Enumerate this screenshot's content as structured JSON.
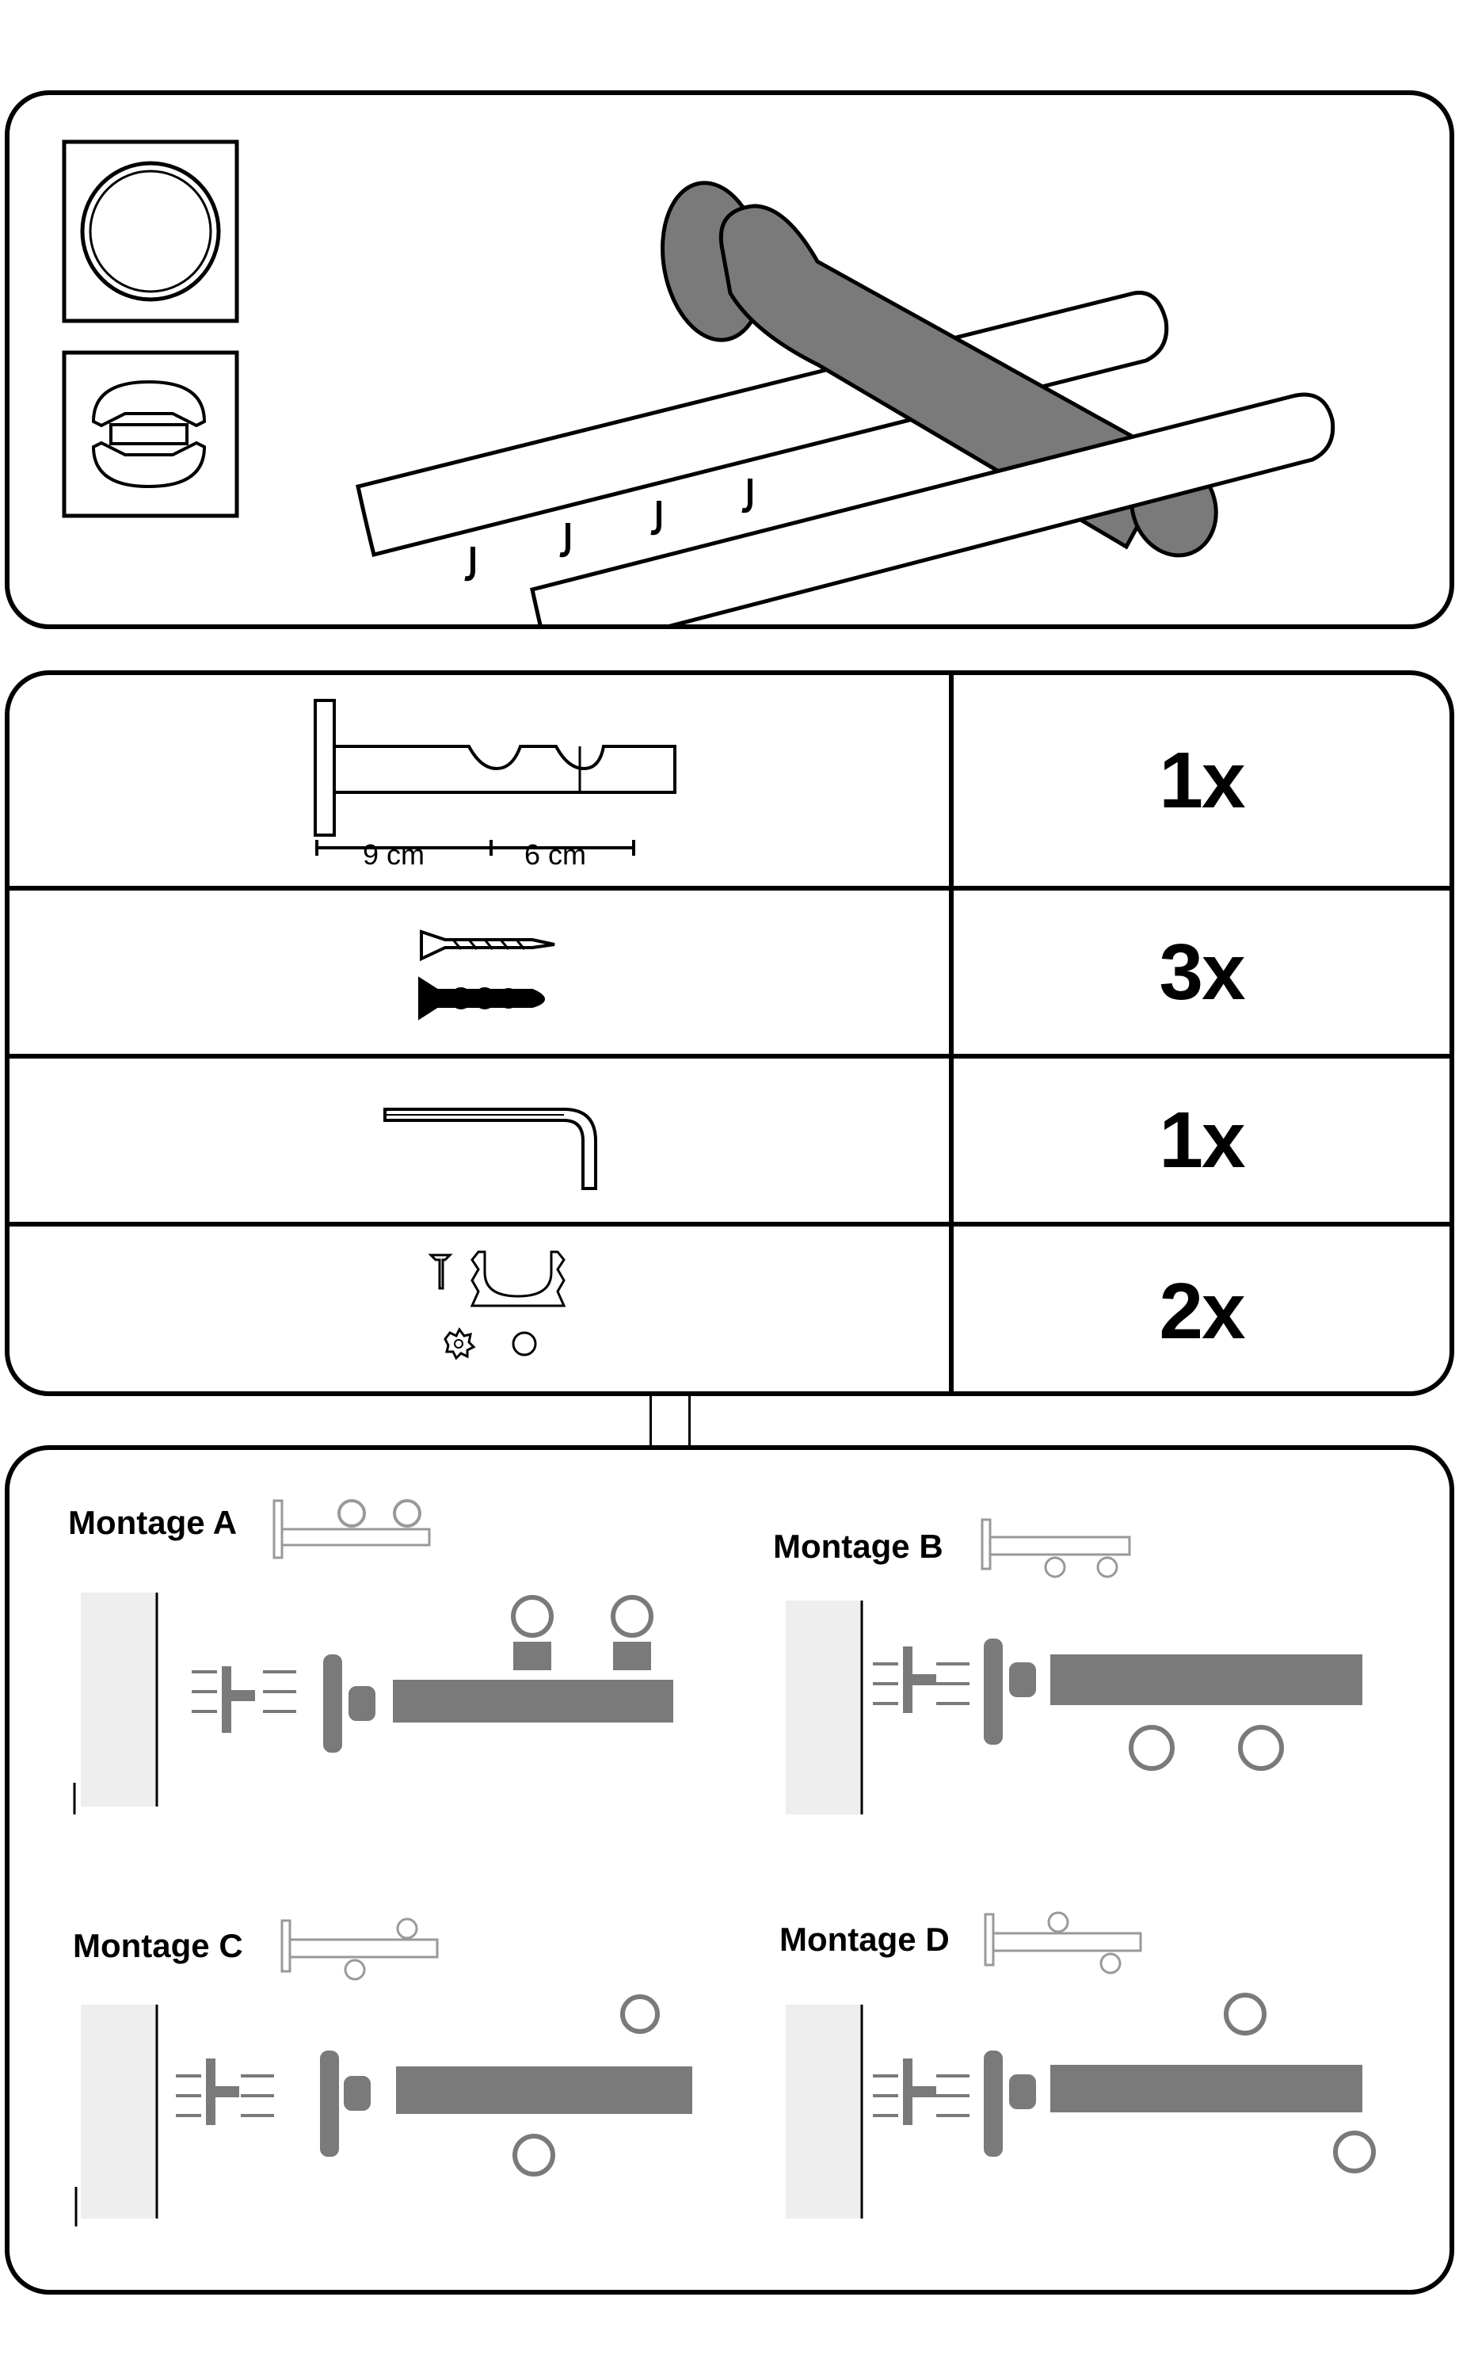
{
  "parts": [
    {
      "name": "bracket",
      "dim_left": "9 cm",
      "dim_right": "6 cm",
      "qty": "1x"
    },
    {
      "name": "screw-and-dowel",
      "qty": "3x"
    },
    {
      "name": "allen-key",
      "qty": "1x"
    },
    {
      "name": "clip-set",
      "qty": "2x"
    }
  ],
  "montage": {
    "a": "Montage A",
    "b": "Montage B",
    "c": "Montage C",
    "d": "Montage D"
  },
  "colors": {
    "fill_grey": "#7a7a7a",
    "line": "#000000"
  }
}
